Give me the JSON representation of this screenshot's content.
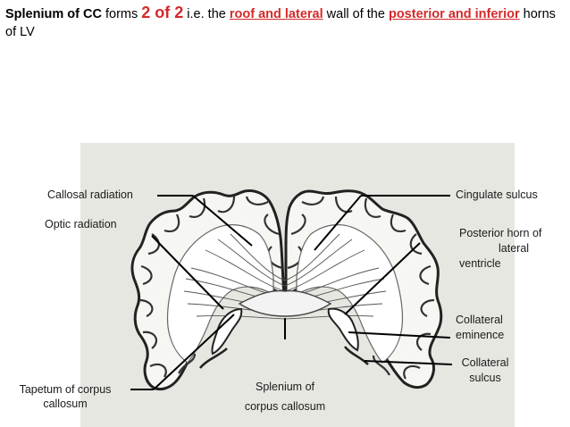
{
  "heading": {
    "part1": "Splenium of CC",
    "part2": " forms ",
    "part3": "2 of 2",
    "part4": " i.e. the ",
    "part5": "roof and lateral",
    "part6": " wall of the ",
    "part7": "posterior and inferior",
    "part8": " horns of LV"
  },
  "labels": {
    "callosal_radiation": "Callosal radiation",
    "optic_radiation": "Optic radiation",
    "tapetum_line1": "Tapetum of corpus",
    "tapetum_line2": "callosum",
    "splenium_line1": "Splenium of",
    "splenium_line2": "corpus callosum",
    "cingulate_sulcus": "Cingulate sulcus",
    "posterior_horn_line1": "Posterior horn of",
    "posterior_horn_line2": "lateral",
    "posterior_horn_line3": "ventricle",
    "collateral_eminence_line1": "Collateral",
    "collateral_eminence_line2": "eminence",
    "collateral_sulcus_line1": "Collateral",
    "collateral_sulcus_line2": "sulcus"
  },
  "colors": {
    "accent_red": "#d42a2a",
    "figure_bg": "#e7e7e2"
  }
}
